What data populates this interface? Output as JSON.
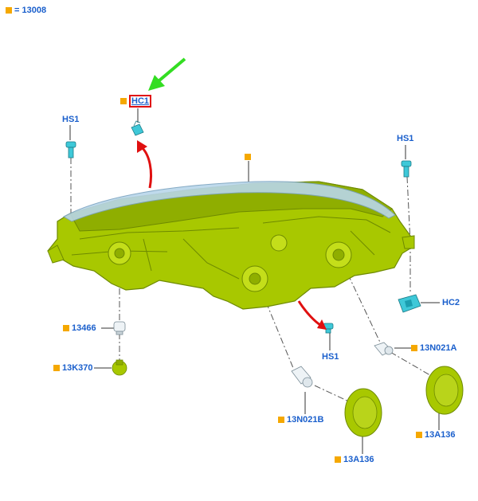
{
  "legend": {
    "text": "= 13008"
  },
  "colors": {
    "marker": "#f5a800",
    "label": "#1a5fcc",
    "housing": "#a8c800",
    "housing_dark": "#6e8a00",
    "lens": "#b9d6ea",
    "clip": "#3ec8d8",
    "arrow_red": "#e01010",
    "arrow_green": "#33dd22",
    "highlight_box": "#e01010"
  },
  "labels": {
    "hc1": "HC1",
    "hc2": "HC2",
    "hs1_left": "HS1",
    "hs1_right": "HS1",
    "hs1_bottom": "HS1",
    "p13466": "13466",
    "p13k370": "13K370",
    "p13n021a": "13N021A",
    "p13n021b": "13N021B",
    "p13a136_right": "13A136",
    "p13a136_bottom": "13A136"
  },
  "highlight": {
    "part": "HC1",
    "icon": "green-arrow-icon"
  }
}
